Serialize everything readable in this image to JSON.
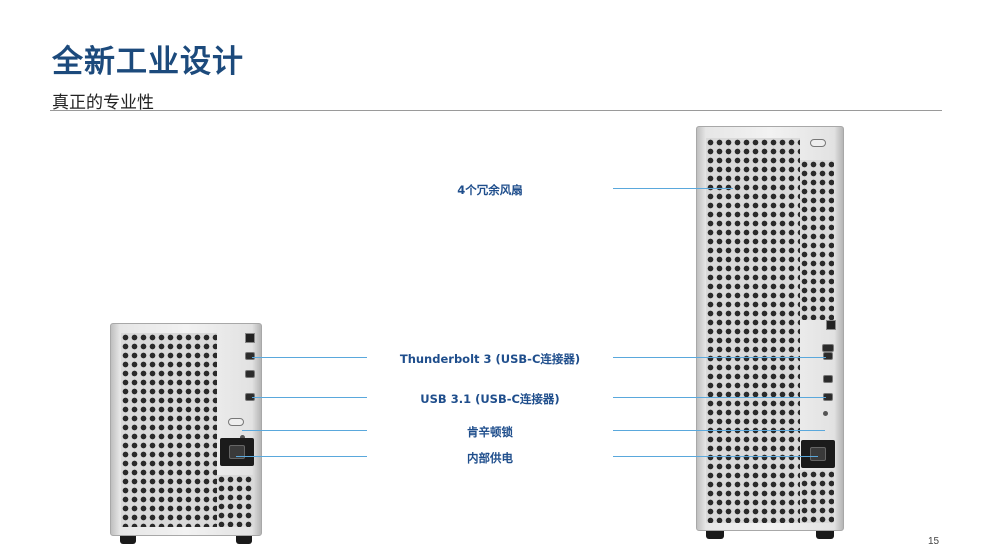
{
  "slide": {
    "title": "全新工业设计",
    "subtitle": "真正的专业性",
    "page_number": "15"
  },
  "callouts": [
    {
      "id": "fans",
      "label": "4个冗余风扇"
    },
    {
      "id": "thunderbolt",
      "label": "Thunderbolt 3 (USB-C连接器)"
    },
    {
      "id": "usb",
      "label": "USB 3.1 (USB-C连接器)"
    },
    {
      "id": "lock",
      "label": "肯辛顿锁"
    },
    {
      "id": "power",
      "label": "内部供电"
    }
  ],
  "colors": {
    "title": "#1c4a7c",
    "label": "#1f4e8c",
    "callout_line": "#5aa8dc",
    "rule": "#9a9a9a"
  },
  "images": {
    "left_device": "small-storage-tower-rear",
    "right_device": "tall-storage-tower-rear"
  }
}
